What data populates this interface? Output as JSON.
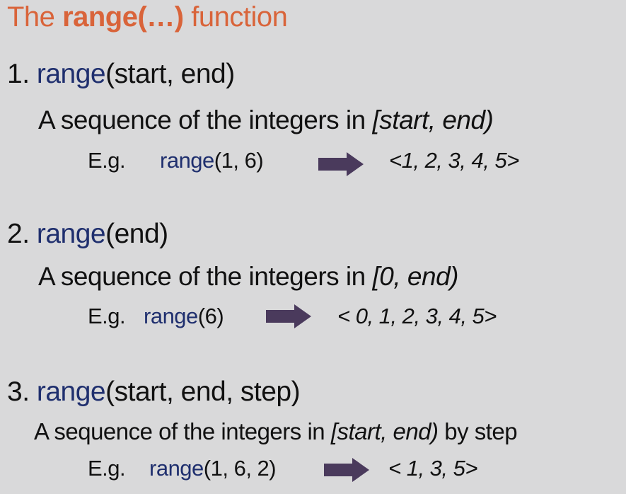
{
  "title": {
    "prefix": "The",
    "function_name": "range(…)",
    "suffix": "function"
  },
  "sections": [
    {
      "number": "1.",
      "function": "range",
      "args": "(start, end)",
      "description": "A sequence of the integers in",
      "interval": "[start, end)",
      "tail": "",
      "example": {
        "label": "E.g.",
        "function": "range",
        "args": "(1, 6)",
        "result": "<1, 2, 3, 4, 5>"
      }
    },
    {
      "number": "2.",
      "function": "range",
      "args": "(end)",
      "description": "A sequence of the integers in",
      "interval": "[0, end)",
      "tail": "",
      "example": {
        "label": "E.g.",
        "function": "range",
        "args": "(6)",
        "result": "< 0, 1, 2, 3, 4, 5>"
      }
    },
    {
      "number": "3.",
      "function": "range",
      "args": "(start, end, step)",
      "description": "A sequence of the integers in",
      "interval": "[start, end)",
      "tail": "by step",
      "example": {
        "label": "E.g.",
        "function": "range",
        "args": "(1, 6, 2)",
        "result": "< 1, 3, 5>"
      }
    }
  ],
  "colors": {
    "title": "#d9643a",
    "function": "#1f2f6e",
    "arrow": "#4a3a5c",
    "background": "#d9d9da"
  }
}
